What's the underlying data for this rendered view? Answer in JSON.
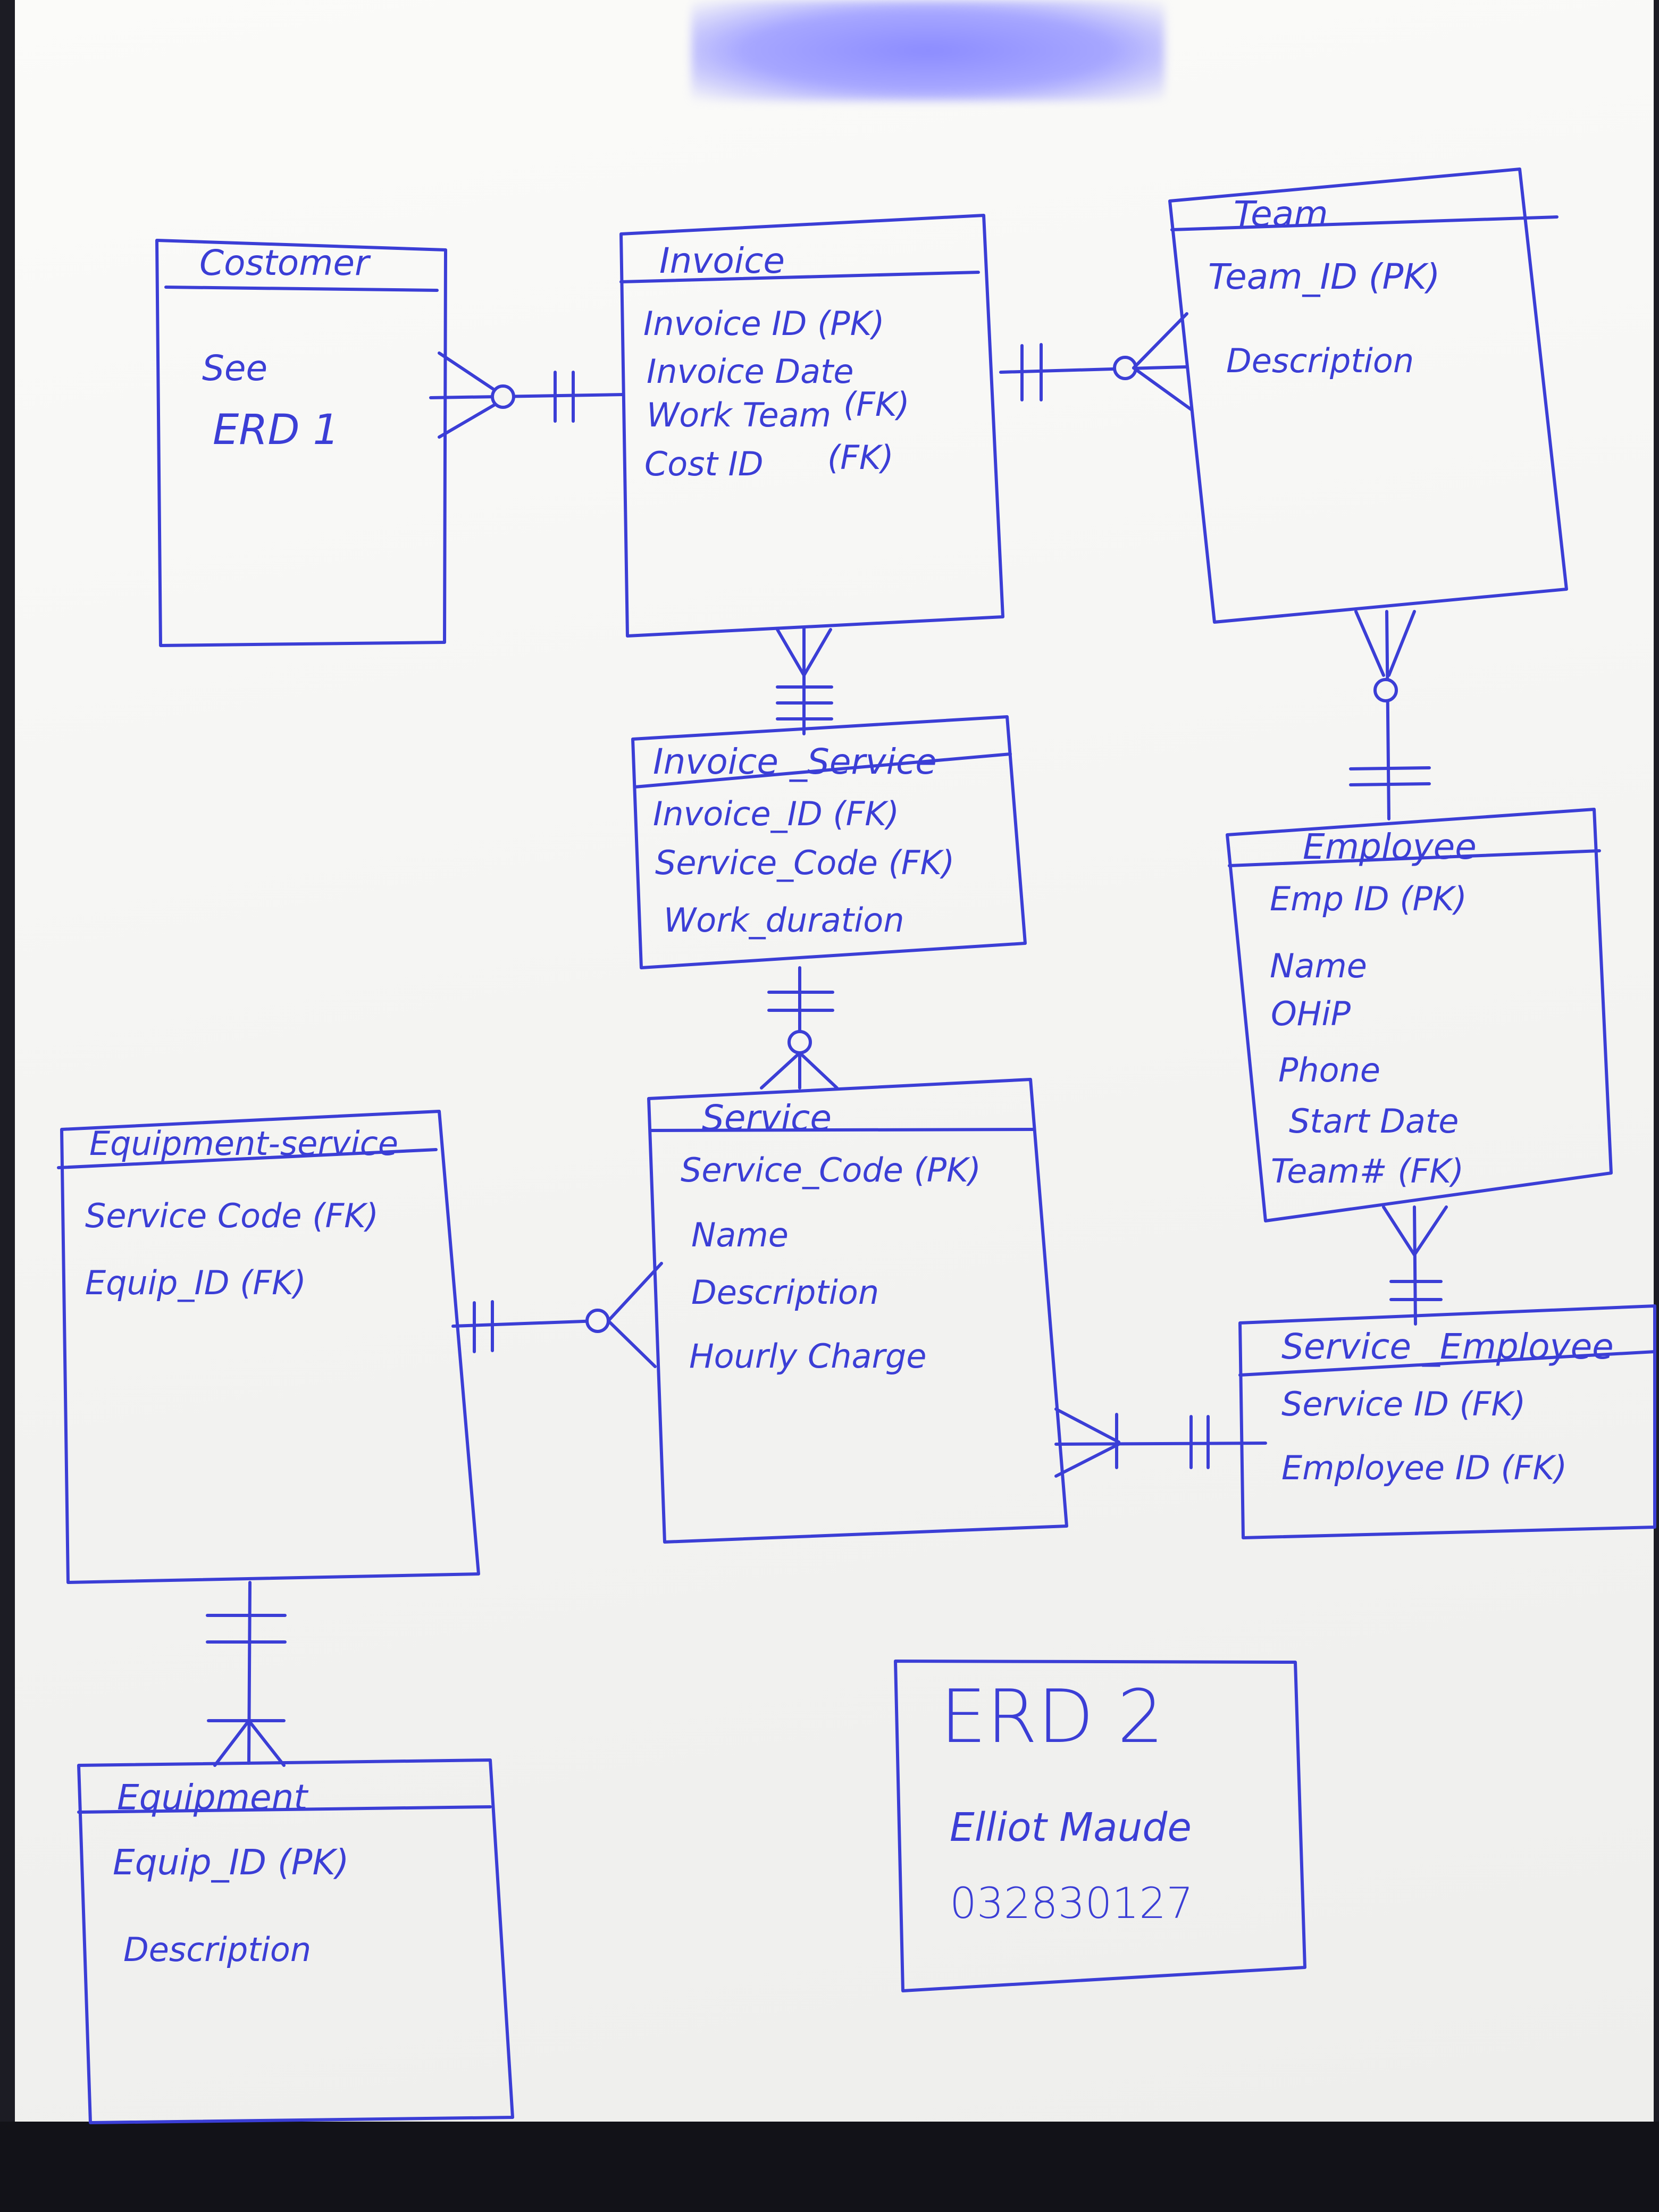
{
  "diagram": {
    "title": "ERD 2",
    "author": "Elliot Maude",
    "id_number": "032830127",
    "entities": {
      "customer": {
        "name": "Costomer",
        "note_line1": "See",
        "note_line2": "ERD 1"
      },
      "invoice": {
        "name": "Invoice",
        "attributes": [
          "Invoice ID (PK)",
          "Invoice Date",
          "Work Team",
          "(FK)",
          "Cost ID",
          "(FK)"
        ]
      },
      "team": {
        "name": "Team",
        "attributes": [
          "Team_ID (PK)",
          "Description"
        ]
      },
      "invoice_service": {
        "name": "Invoice _Service",
        "attributes": [
          "Invoice_ID (FK)",
          "Service_Code (FK)",
          "Work_duration"
        ]
      },
      "employee": {
        "name": "Employee",
        "attributes": [
          "Emp ID (PK)",
          "Name",
          "OHiP",
          "Phone",
          "Start Date",
          "Team# (FK)"
        ]
      },
      "equipment_service": {
        "name": "Equipment-service",
        "attributes": [
          "Service Code (FK)",
          "Equip_ID (FK)"
        ]
      },
      "service": {
        "name": "Service",
        "attributes": [
          "Service_Code (PK)",
          "Name",
          "Description",
          "Hourly Charge"
        ]
      },
      "service_employee": {
        "name": "Service _Employee",
        "attributes": [
          "Service ID (FK)",
          "Employee ID (FK)"
        ]
      },
      "equipment": {
        "name": "Equipment",
        "attributes": [
          "Equip_ID (PK)",
          "Description"
        ]
      }
    },
    "relationships": [
      {
        "from": "Customer",
        "to": "Invoice",
        "from_end": "zero-or-many",
        "to_end": "one-and-only-one"
      },
      {
        "from": "Invoice",
        "to": "Team",
        "from_end": "one-and-only-one",
        "to_end": "zero-or-many"
      },
      {
        "from": "Invoice",
        "to": "Invoice_Service",
        "from_end": "one-or-many",
        "to_end": "one-and-only-one"
      },
      {
        "from": "Invoice_Service",
        "to": "Service",
        "from_end": "one-and-only-one",
        "to_end": "zero-or-many"
      },
      {
        "from": "Team",
        "to": "Employee",
        "from_end": "zero-or-many",
        "to_end": "one-and-only-one"
      },
      {
        "from": "Employee",
        "to": "Service_Employee",
        "from_end": "one-or-many",
        "to_end": "one-and-only-one"
      },
      {
        "from": "Equipment_Service",
        "to": "Service",
        "from_end": "one-and-only-one",
        "to_end": "zero-or-many"
      },
      {
        "from": "Service",
        "to": "Service_Employee",
        "from_end": "one-or-many",
        "to_end": "one-and-only-one"
      },
      {
        "from": "Equipment_Service",
        "to": "Equipment",
        "from_end": "one-and-only-one",
        "to_end": "one-or-many"
      }
    ],
    "ink_color": "#3b3ed6",
    "paper_color": "#f5f5f3"
  }
}
